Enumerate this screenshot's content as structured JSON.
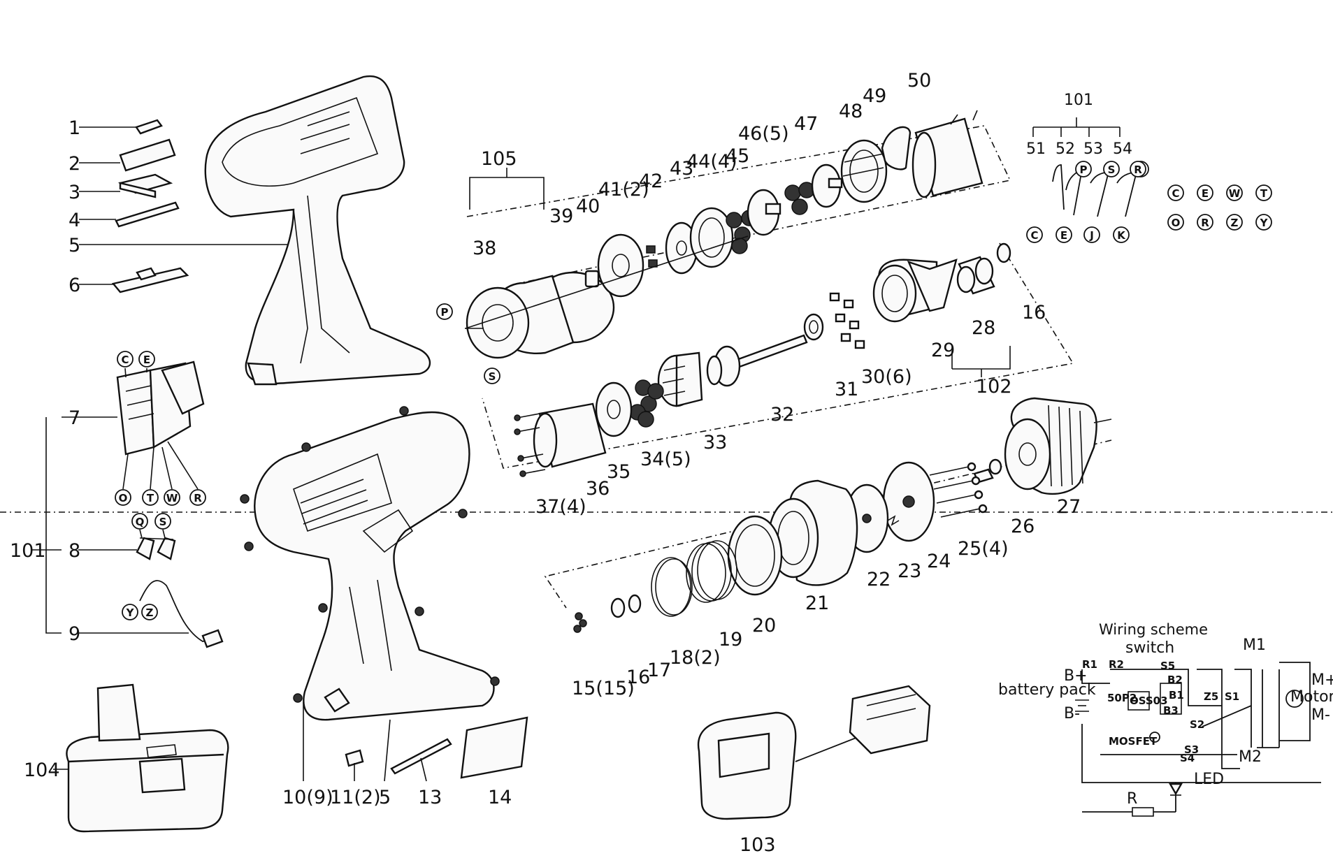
{
  "diagram": {
    "left_labels": [
      {
        "id": "p1",
        "text": "1"
      },
      {
        "id": "p2",
        "text": "2"
      },
      {
        "id": "p3",
        "text": "3"
      },
      {
        "id": "p4",
        "text": "4"
      },
      {
        "id": "p5",
        "text": "5"
      },
      {
        "id": "p6",
        "text": "6"
      },
      {
        "id": "p7",
        "text": "7"
      },
      {
        "id": "p101",
        "text": "101"
      },
      {
        "id": "p8",
        "text": "8"
      },
      {
        "id": "p9",
        "text": "9"
      },
      {
        "id": "p104",
        "text": "104"
      }
    ],
    "bottom_labels": [
      {
        "id": "p10",
        "text": "10(9)"
      },
      {
        "id": "p11",
        "text": "11(2)"
      },
      {
        "id": "p5b",
        "text": "5"
      },
      {
        "id": "p13",
        "text": "13"
      },
      {
        "id": "p14",
        "text": "14"
      },
      {
        "id": "p103",
        "text": "103"
      }
    ],
    "top_row_labels": [
      {
        "id": "p105",
        "text": "105"
      },
      {
        "id": "p38",
        "text": "38"
      },
      {
        "id": "p39",
        "text": "39"
      },
      {
        "id": "p40",
        "text": "40"
      },
      {
        "id": "p41",
        "text": "41(2)"
      },
      {
        "id": "p42",
        "text": "42"
      },
      {
        "id": "p43",
        "text": "43"
      },
      {
        "id": "p44",
        "text": "44(4)"
      },
      {
        "id": "p45",
        "text": "45"
      },
      {
        "id": "p46",
        "text": "46(5)"
      },
      {
        "id": "p47",
        "text": "47"
      },
      {
        "id": "p48",
        "text": "48"
      },
      {
        "id": "p49",
        "text": "49"
      },
      {
        "id": "p50",
        "text": "50"
      }
    ],
    "wire_group": {
      "parent": "101",
      "items": [
        {
          "num": "51",
          "top": "",
          "bottom": "C"
        },
        {
          "num": "52",
          "top": "P",
          "bottom": "E"
        },
        {
          "num": "53",
          "top": "S",
          "bottom": "J"
        },
        {
          "num": "54",
          "top": "Q",
          "bottom": "K"
        }
      ],
      "extra_top": "R",
      "pairs": [
        {
          "top": "C",
          "bottom": "O"
        },
        {
          "top": "E",
          "bottom": "R"
        },
        {
          "top": "W",
          "bottom": "Z"
        },
        {
          "top": "T",
          "bottom": "Y"
        }
      ]
    },
    "middle_row_labels": [
      {
        "id": "p16a",
        "text": "16"
      },
      {
        "id": "p28",
        "text": "28"
      },
      {
        "id": "p29",
        "text": "29"
      },
      {
        "id": "p102",
        "text": "102"
      },
      {
        "id": "p30",
        "text": "30(6)"
      },
      {
        "id": "p31",
        "text": "31"
      },
      {
        "id": "p32",
        "text": "32"
      },
      {
        "id": "p33",
        "text": "33"
      },
      {
        "id": "p34",
        "text": "34(5)"
      },
      {
        "id": "p35",
        "text": "35"
      },
      {
        "id": "p36",
        "text": "36"
      },
      {
        "id": "p37",
        "text": "37(4)"
      }
    ],
    "bottom_row_labels": [
      {
        "id": "p27",
        "text": "27"
      },
      {
        "id": "p26",
        "text": "26"
      },
      {
        "id": "p25",
        "text": "25(4)"
      },
      {
        "id": "p24",
        "text": "24"
      },
      {
        "id": "p23",
        "text": "23"
      },
      {
        "id": "p22",
        "text": "22"
      },
      {
        "id": "p21",
        "text": "21"
      },
      {
        "id": "p20",
        "text": "20"
      },
      {
        "id": "p19",
        "text": "19"
      },
      {
        "id": "p18",
        "text": "18(2)"
      },
      {
        "id": "p17",
        "text": "17"
      },
      {
        "id": "p16b",
        "text": "16"
      },
      {
        "id": "p15",
        "text": "15(15)"
      }
    ],
    "switch_letters": {
      "top": [
        "C",
        "E"
      ],
      "bottom": [
        "O",
        "T",
        "W",
        "R"
      ],
      "mid": [
        "Q",
        "S"
      ],
      "wire": [
        "Y",
        "Z"
      ]
    },
    "motor_letters": [
      "P",
      "S"
    ],
    "wiring": {
      "title": "Wiring scheme",
      "switch": "switch",
      "battery_pack": "battery pack",
      "b_plus": "B+",
      "b_minus": "B-",
      "m1": "M1",
      "m2": "M2",
      "m_plus": "M+",
      "m_minus": "M-",
      "motor": "Motor",
      "led": "LED",
      "r": "R",
      "mosfet": "MOSFET",
      "chip": "OSS03",
      "cap": "50P2",
      "pins": [
        "R1",
        "R2",
        "B2",
        "B1",
        "B3",
        "Z5",
        "S1",
        "S2",
        "S3",
        "S4",
        "S5"
      ]
    }
  }
}
